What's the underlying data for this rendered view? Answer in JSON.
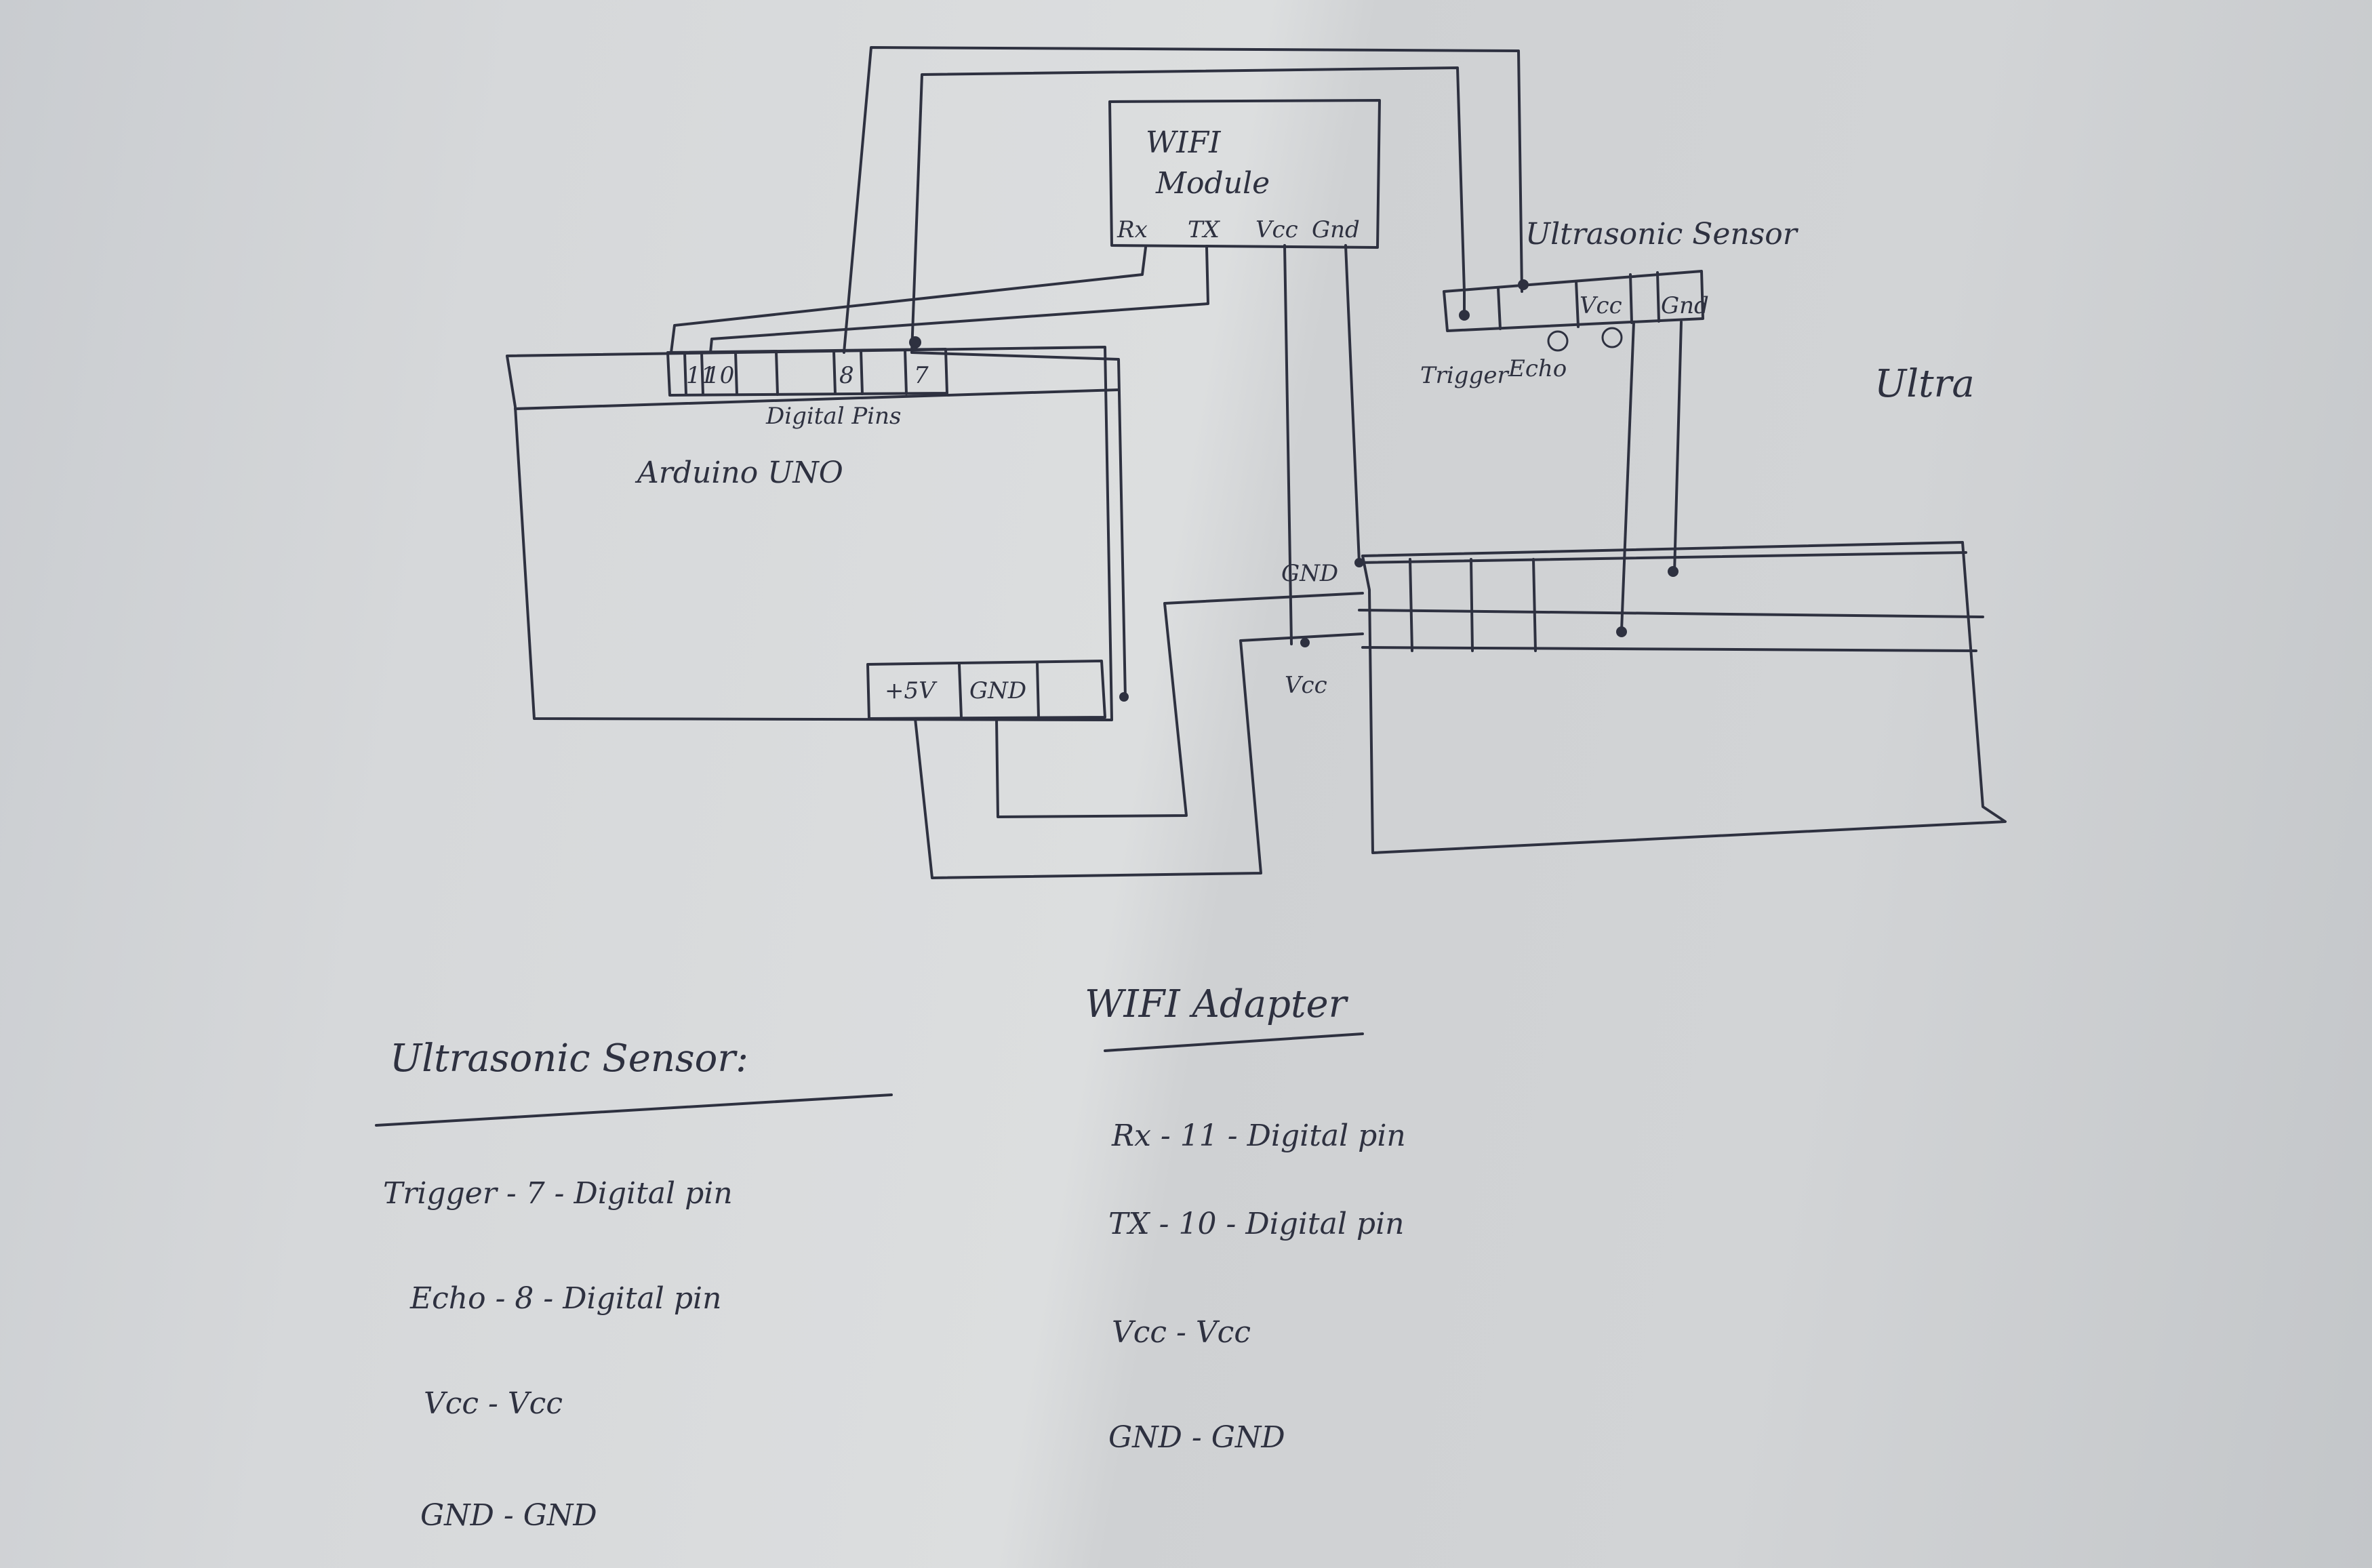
{
  "wifi_module": {
    "title_line1": "WIFI",
    "title_line2": "Module",
    "pins": [
      "Rx",
      "TX",
      "Vcc",
      "Gnd"
    ]
  },
  "arduino": {
    "title": "Arduino UNO",
    "digital_pins_label": "Digital Pins",
    "pins_top": [
      "11",
      "10",
      "8",
      "7"
    ],
    "power_pins": [
      "+5V",
      "GND"
    ]
  },
  "ultrasonic_sensor": {
    "title": "Ultrasonic Sensor",
    "pins": [
      "Trigger",
      "Echo",
      "Vcc",
      "Gnd"
    ]
  },
  "breadboard": {
    "gnd_label": "GND",
    "vcc_label": "Vcc"
  },
  "stray_note": "Ultra",
  "legend_ultrasonic": {
    "heading": "Ultrasonic Sensor:",
    "lines": [
      "Trigger - 7 - Digital pin",
      "Echo - 8 - Digital pin",
      "Vcc - Vcc",
      "GND - GND"
    ]
  },
  "legend_wifi": {
    "heading": "WIFI Adapter",
    "lines": [
      "Rx - 11 - Digital pin",
      "TX - 10 - Digital pin",
      "Vcc - Vcc",
      "GND - GND"
    ]
  },
  "colors": {
    "ink": "#2e3140",
    "paper": "#d6d8da"
  }
}
